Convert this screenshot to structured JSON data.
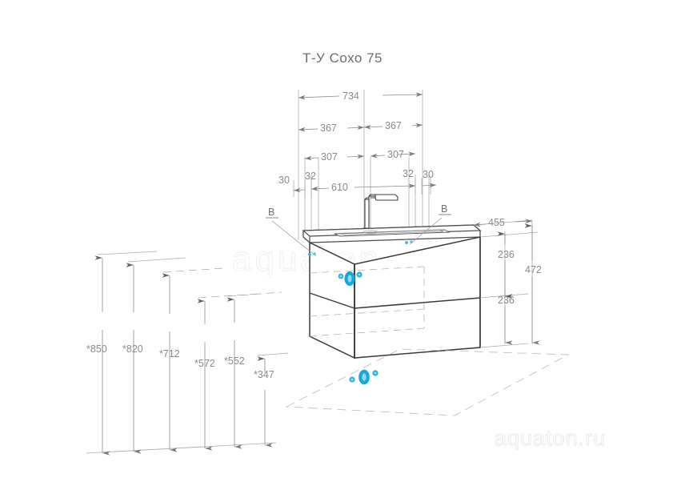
{
  "drawing": {
    "title": "Т-У Сохо 75",
    "type": "technical-dimension-drawing",
    "product": "bathroom vanity cabinet with washbasin",
    "units": "mm"
  },
  "dimensions": {
    "top_total": "734",
    "top_half_left": "367",
    "top_half_right": "367",
    "mount_left": "307",
    "mount_right": "307",
    "edge_left": "30",
    "inset_left": "32",
    "inner_span": "610",
    "inset_right": "32",
    "edge_right": "30",
    "depth": "455",
    "upper_drawer": "236",
    "lower_drawer": "236",
    "cabinet_height": "472"
  },
  "heights": [
    {
      "value": "*850"
    },
    {
      "value": "*820"
    },
    {
      "value": "*712"
    },
    {
      "value": "*572"
    },
    {
      "value": "*552"
    },
    {
      "value": "*347"
    }
  ],
  "leaders": {
    "left": "В",
    "right": "В"
  },
  "watermarks": {
    "center": "aquaton",
    "corner": "aquaton.ru"
  },
  "colors": {
    "marker": "#12a8d8",
    "marker_light": "#49c3e8",
    "line": "#6b6b6b",
    "heavy": "#3b3b3b",
    "dim_text": "#8a8a8a",
    "title_text": "#6d6d6d",
    "watermark": "#ececec"
  }
}
